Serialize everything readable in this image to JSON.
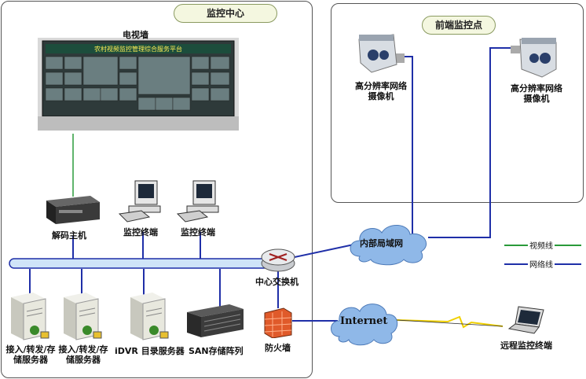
{
  "panels": {
    "monitoring_center": "监控中心",
    "front_end": "前端监控点"
  },
  "video_wall": {
    "label": "电视墙",
    "screen_banner": "农村视频监控管理综合服务平台"
  },
  "cameras": [
    {
      "label": "高分辨率网络摄像机"
    },
    {
      "label": "高分辨率网络摄像机"
    }
  ],
  "decoder": {
    "label": "解码主机"
  },
  "terminals": [
    {
      "label": "监控终端"
    },
    {
      "label": "监控终端"
    }
  ],
  "switch": {
    "label": "中心交换机"
  },
  "lan_cloud": {
    "label": "内部局域网"
  },
  "internet_cloud": {
    "label": "Internet"
  },
  "firewall": {
    "label": "防火墙"
  },
  "servers": [
    {
      "label": "接入/转发/存储服务器"
    },
    {
      "label": "接入/转发/存储服务器"
    },
    {
      "label": "iDVR 目录服务器"
    }
  ],
  "san": {
    "label": "SAN存储阵列"
  },
  "remote": {
    "label": "远程监控终端"
  },
  "legend": {
    "video_line": "视频线",
    "network_line": "网络线",
    "video_color": "#2a9a3a",
    "network_color": "#1f2fa8"
  }
}
